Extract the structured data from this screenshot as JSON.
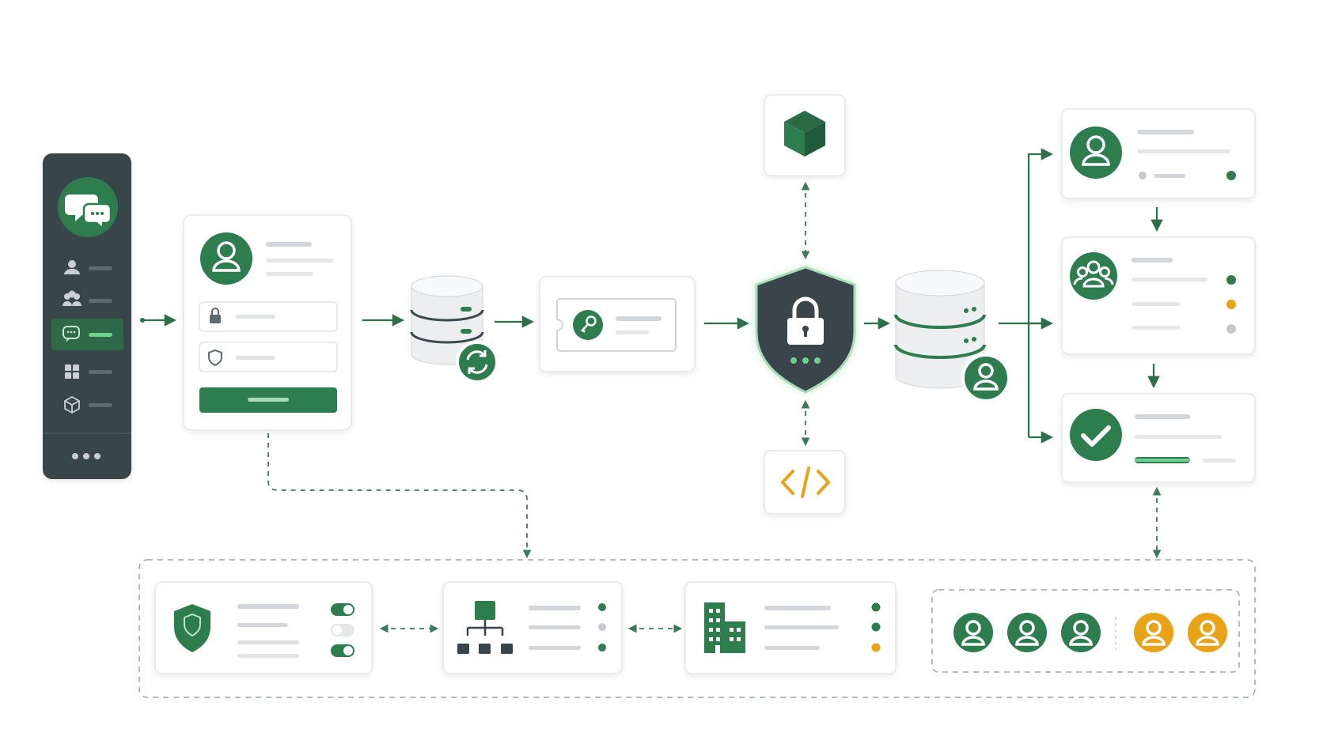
{
  "colors": {
    "brand_green": "#2e7d4f",
    "dark_slate": "#39454a",
    "accent_amber": "#e8a317",
    "neutral_gray": "#c5c9cd",
    "light_green_glow": "#bfe6c9"
  },
  "sidebar": {
    "items": [
      {
        "icon": "user-icon",
        "active": false
      },
      {
        "icon": "group-icon",
        "active": false
      },
      {
        "icon": "chat-icon",
        "active": true
      },
      {
        "icon": "grid-icon",
        "active": false
      },
      {
        "icon": "cube-icon",
        "active": false
      }
    ],
    "logo_icon": "chat-bubbles-icon",
    "more_icon": "more-dots-icon"
  },
  "nodes": {
    "login_card": {
      "icon": "user-avatar-icon",
      "fields": [
        "lock-icon",
        "shield-icon"
      ],
      "button": "submit-button"
    },
    "sync_database": {
      "icon": "database-icon",
      "badge": "sync-icon"
    },
    "token_card": {
      "icon": "key-icon"
    },
    "security_shield": {
      "icon": "lock-icon"
    },
    "package_node": {
      "icon": "cube-icon"
    },
    "code_node": {
      "icon": "code-icon"
    },
    "user_database": {
      "icon": "database-icon",
      "badge": "user-icon"
    },
    "profile_cards": [
      {
        "icon": "user-avatar-icon",
        "status": [
          "brand_green"
        ]
      },
      {
        "icon": "group-icon",
        "status": [
          "brand_green",
          "accent_amber",
          "neutral_gray"
        ]
      },
      {
        "icon": "check-circle-icon",
        "progress": 1.0
      }
    ]
  },
  "bottom_panel": {
    "policy_card": {
      "icon": "shield-icon",
      "toggles": [
        true,
        false,
        true
      ]
    },
    "org_card": {
      "icon": "hierarchy-icon",
      "status": [
        "brand_green",
        "neutral_gray",
        "brand_green"
      ]
    },
    "building_card": {
      "icon": "building-icon",
      "status": [
        "brand_green",
        "brand_green",
        "accent_amber"
      ]
    },
    "members": [
      "brand_green",
      "brand_green",
      "brand_green",
      "accent_amber",
      "accent_amber"
    ]
  }
}
